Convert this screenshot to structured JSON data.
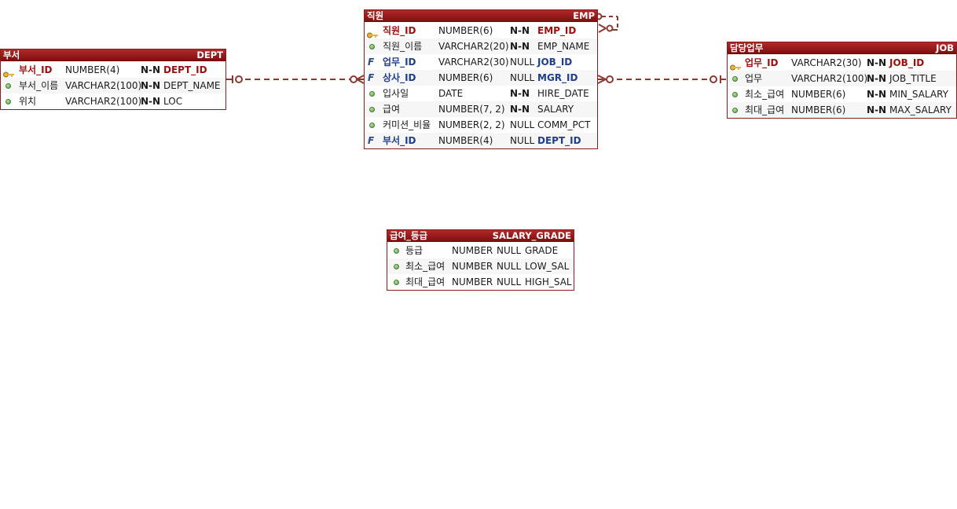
{
  "entities": {
    "dept": {
      "logical": "부서",
      "physical": "DEPT",
      "columns": [
        {
          "icon": "key",
          "name": "부서_ID",
          "type": "NUMBER(4)",
          "nullable": "N-N",
          "physical": "DEPT_ID",
          "kind": "pk"
        },
        {
          "icon": "dot",
          "name": "부서_이름",
          "type": "VARCHAR2(100)",
          "nullable": "N-N",
          "physical": "DEPT_NAME",
          "kind": "plain"
        },
        {
          "icon": "dot",
          "name": "위치",
          "type": "VARCHAR2(100)",
          "nullable": "N-N",
          "physical": "LOC",
          "kind": "plain"
        }
      ]
    },
    "emp": {
      "logical": "직원",
      "physical": "EMP",
      "columns": [
        {
          "icon": "key",
          "name": "직원_ID",
          "type": "NUMBER(6)",
          "nullable": "N-N",
          "physical": "EMP_ID",
          "kind": "pk"
        },
        {
          "icon": "dot",
          "name": "직원_이름",
          "type": "VARCHAR2(20)",
          "nullable": "N-N",
          "physical": "EMP_NAME",
          "kind": "plain"
        },
        {
          "icon": "fk",
          "name": "업무_ID",
          "type": "VARCHAR2(30)",
          "nullable": "NULL",
          "physical": "JOB_ID",
          "kind": "fk"
        },
        {
          "icon": "fk",
          "name": "상사_ID",
          "type": "NUMBER(6)",
          "nullable": "NULL",
          "physical": "MGR_ID",
          "kind": "fk"
        },
        {
          "icon": "dot",
          "name": "입사일",
          "type": "DATE",
          "nullable": "N-N",
          "physical": "HIRE_DATE",
          "kind": "plain"
        },
        {
          "icon": "dot",
          "name": "급여",
          "type": "NUMBER(7, 2)",
          "nullable": "N-N",
          "physical": "SALARY",
          "kind": "plain"
        },
        {
          "icon": "dot",
          "name": "커미션_비율",
          "type": "NUMBER(2, 2)",
          "nullable": "NULL",
          "physical": "COMM_PCT",
          "kind": "plain"
        },
        {
          "icon": "fk",
          "name": "부서_ID",
          "type": "NUMBER(4)",
          "nullable": "NULL",
          "physical": "DEPT_ID",
          "kind": "fk"
        }
      ]
    },
    "job": {
      "logical": "담당업무",
      "physical": "JOB",
      "columns": [
        {
          "icon": "key",
          "name": "업무_ID",
          "type": "VARCHAR2(30)",
          "nullable": "N-N",
          "physical": "JOB_ID",
          "kind": "pk"
        },
        {
          "icon": "dot",
          "name": "업무",
          "type": "VARCHAR2(100)",
          "nullable": "N-N",
          "physical": "JOB_TITLE",
          "kind": "plain"
        },
        {
          "icon": "dot",
          "name": "최소_급여",
          "type": "NUMBER(6)",
          "nullable": "N-N",
          "physical": "MIN_SALARY",
          "kind": "plain"
        },
        {
          "icon": "dot",
          "name": "최대_급여",
          "type": "NUMBER(6)",
          "nullable": "N-N",
          "physical": "MAX_SALARY",
          "kind": "plain"
        }
      ]
    },
    "salary_grade": {
      "logical": "급여_등급",
      "physical": "SALARY_GRADE",
      "columns": [
        {
          "icon": "dot",
          "name": "등급",
          "type": "NUMBER",
          "nullable": "NULL",
          "physical": "GRADE",
          "kind": "plain"
        },
        {
          "icon": "dot",
          "name": "최소_급여",
          "type": "NUMBER",
          "nullable": "NULL",
          "physical": "LOW_SAL",
          "kind": "plain"
        },
        {
          "icon": "dot",
          "name": "최대_급여",
          "type": "NUMBER",
          "nullable": "NULL",
          "physical": "HIGH_SAL",
          "kind": "plain"
        }
      ]
    }
  },
  "relationships": [
    {
      "from": "dept",
      "to": "emp",
      "style": "dashed",
      "from_end": "one-optional",
      "to_end": "many-optional"
    },
    {
      "from": "job",
      "to": "emp",
      "style": "dashed",
      "from_end": "one-optional",
      "to_end": "many-optional"
    },
    {
      "from": "emp",
      "to": "emp",
      "style": "dashed",
      "from_end": "one-optional",
      "to_end": "many-optional"
    }
  ],
  "colors": {
    "header": "#8c1c1c",
    "line": "#8a3a30",
    "pk": "#9c0f0f",
    "fk": "#1f3f8a",
    "dot": "#5f9e47"
  }
}
